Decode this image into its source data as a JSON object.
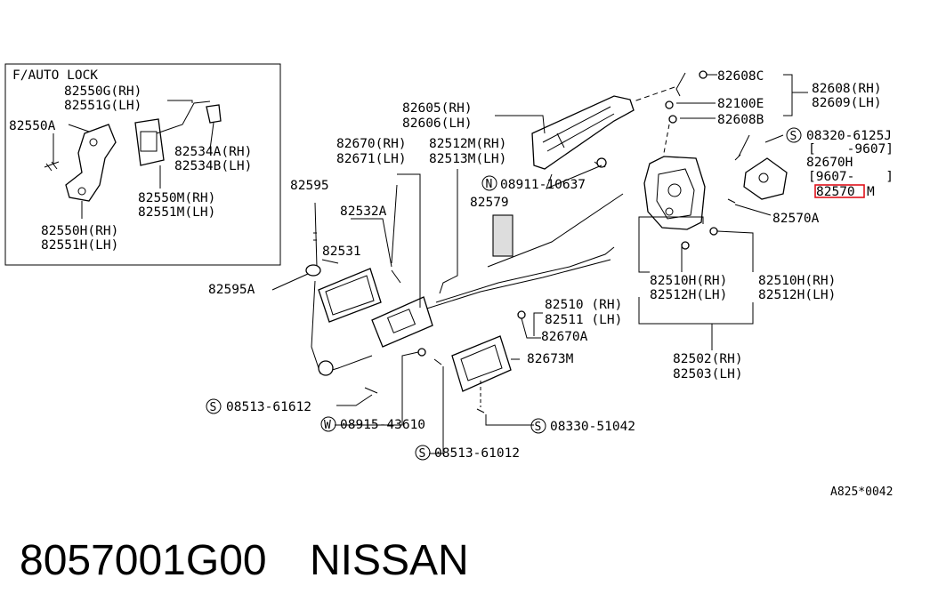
{
  "inset": {
    "title": "F/AUTO LOCK",
    "labels": [
      "82550G(RH)",
      "82551G(LH)",
      "82550A",
      "82534A(RH)",
      "82534B(LH)",
      "82550M(RH)",
      "82551M(LH)",
      "82550H(RH)",
      "82551H(LH)"
    ]
  },
  "labels": {
    "l82608C": "82608C",
    "l82608RH": "82608(RH)",
    "l82609LH": "82609(LH)",
    "l82100E": "82100E",
    "l82608B": "82608B",
    "l82605RH": "82605(RH)",
    "l82606LH": "82606(LH)",
    "l08320": "08320-6125J",
    "l9607a": "[    -9607]",
    "l82670H": "82670H",
    "l9607b": "[9607-    ]",
    "l82570M_a": "82570",
    "l82570M_b": "M",
    "l82570A": "82570A",
    "l82670RH": "82670(RH)",
    "l82671LH": "82671(LH)",
    "l82512M": "82512M(RH)",
    "l82513M": "82513M(LH)",
    "l08911": "08911-10637",
    "l82595": "82595",
    "l82532A": "82532A",
    "l82579": "82579",
    "l82531": "82531",
    "l82595A": "82595A",
    "l82510HRH_1": "82510H(RH)",
    "l82512HLH_1": "82512H(LH)",
    "l82510HRH_2": "82510H(RH)",
    "l82512HLH_2": "82512H(LH)",
    "l82510RH": "82510 (RH)",
    "l82511LH": "82511 (LH)",
    "l82670A": "82670A",
    "l82673M": "82673M",
    "l82502RH": "82502(RH)",
    "l82503LH": "82503(LH)",
    "l08513a": "08513-61612",
    "l08915": "08915-43610",
    "l08330": "08330-51042",
    "l08513b": "08513-61012"
  },
  "symbols": {
    "s": "S",
    "w": "W",
    "n": "N"
  },
  "reference_code": "A825*0042",
  "footer": {
    "part_number": "8057001G00",
    "brand": "NISSAN"
  },
  "colors": {
    "highlight": "#e0121b",
    "ink": "#000000",
    "background": "#ffffff"
  }
}
